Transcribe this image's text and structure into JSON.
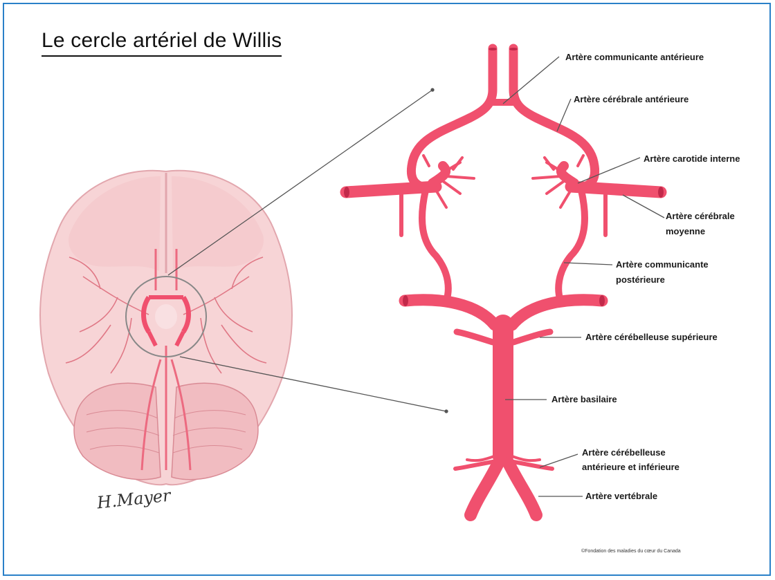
{
  "title": "Le cercle artériel de Willis",
  "labels": {
    "acom": "Artère communicante antérieure",
    "aca": "Artère cérébrale antérieure",
    "ica": "Artère carotide interne",
    "mca_line1": "Artère cérébrale",
    "mca_line2": "moyenne",
    "pcom_line1": "Artère communicante",
    "pcom_line2": "postérieure",
    "sca": "Artère cérébelleuse supérieure",
    "basilar": "Artère basilaire",
    "aica_line1": "Artère cérébelleuse",
    "aica_line2": "antérieure et inférieure",
    "vertebral": "Artère vertébrale"
  },
  "credit": "©Fondation des maladies du cœur du Canada",
  "signature": "H.Mayer",
  "colors": {
    "border": "#2a80c8",
    "artery": "#f0506e",
    "brain": "#f6c9cc",
    "brain_line": "#d98a94"
  }
}
